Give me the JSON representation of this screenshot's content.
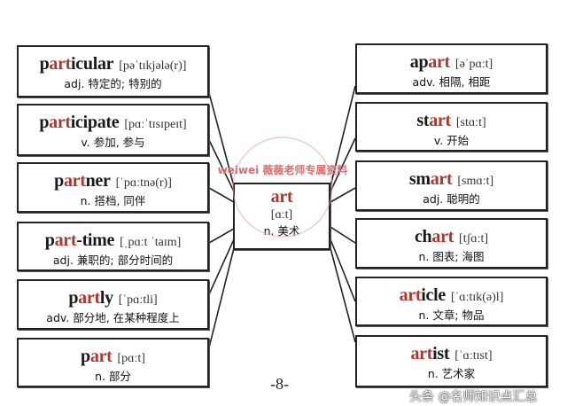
{
  "center": {
    "prefix": "",
    "highlight": "art",
    "suffix": "",
    "ipa": "[ɑːt]",
    "meaning": "n. 美术"
  },
  "left": [
    {
      "prefix": "p",
      "highlight": "art",
      "suffix": "icular",
      "ipa": "[pəˈtɪkjələ(r)]",
      "meaning": "adj. 特定的; 特别的"
    },
    {
      "prefix": "p",
      "highlight": "art",
      "suffix": "icipate",
      "ipa": "[pɑːˈtɪsɪpeɪt]",
      "meaning": "v. 参加, 参与"
    },
    {
      "prefix": "p",
      "highlight": "art",
      "suffix": "ner",
      "ipa": "[ˈpɑːtnə(r)]",
      "meaning": "n. 搭档, 同伴"
    },
    {
      "prefix": "p",
      "highlight": "art",
      "suffix": "-time",
      "ipa": "[ˌpɑːt ˈtaɪm]",
      "meaning": "adj. 兼职的; 部分时间的"
    },
    {
      "prefix": "p",
      "highlight": "art",
      "suffix": "ly",
      "ipa": "[ˈpɑːtli]",
      "meaning": "adv. 部分地, 在某种程度上"
    },
    {
      "prefix": "p",
      "highlight": "art",
      "suffix": "",
      "ipa": "[pɑːt]",
      "meaning": "n. 部分"
    }
  ],
  "right": [
    {
      "prefix": "ap",
      "highlight": "art",
      "suffix": "",
      "ipa": "[əˈpɑːt]",
      "meaning": "adv. 相隔, 相距"
    },
    {
      "prefix": "st",
      "highlight": "art",
      "suffix": "",
      "ipa": "[stɑːt]",
      "meaning": "v. 开始"
    },
    {
      "prefix": "sm",
      "highlight": "art",
      "suffix": "",
      "ipa": "[smɑːt]",
      "meaning": "adj. 聪明的"
    },
    {
      "prefix": "ch",
      "highlight": "art",
      "suffix": "",
      "ipa": "[tʃɑːt]",
      "meaning": "n. 图表; 海图"
    },
    {
      "prefix": "",
      "highlight": "art",
      "suffix": "icle",
      "ipa": "[ˈɑːtɪk(ə)l]",
      "meaning": "n. 文章; 物品"
    },
    {
      "prefix": "",
      "highlight": "art",
      "suffix": "ist",
      "ipa": "[ˈɑːtɪst]",
      "meaning": "n. 艺术家"
    }
  ],
  "page_number": "-8-",
  "credit": "头条 @名师知识点汇总",
  "watermark": "weiwei 薇薇老师专属资料",
  "colors": {
    "highlight": "#b0362c",
    "watermark": "#e8a0a0"
  }
}
